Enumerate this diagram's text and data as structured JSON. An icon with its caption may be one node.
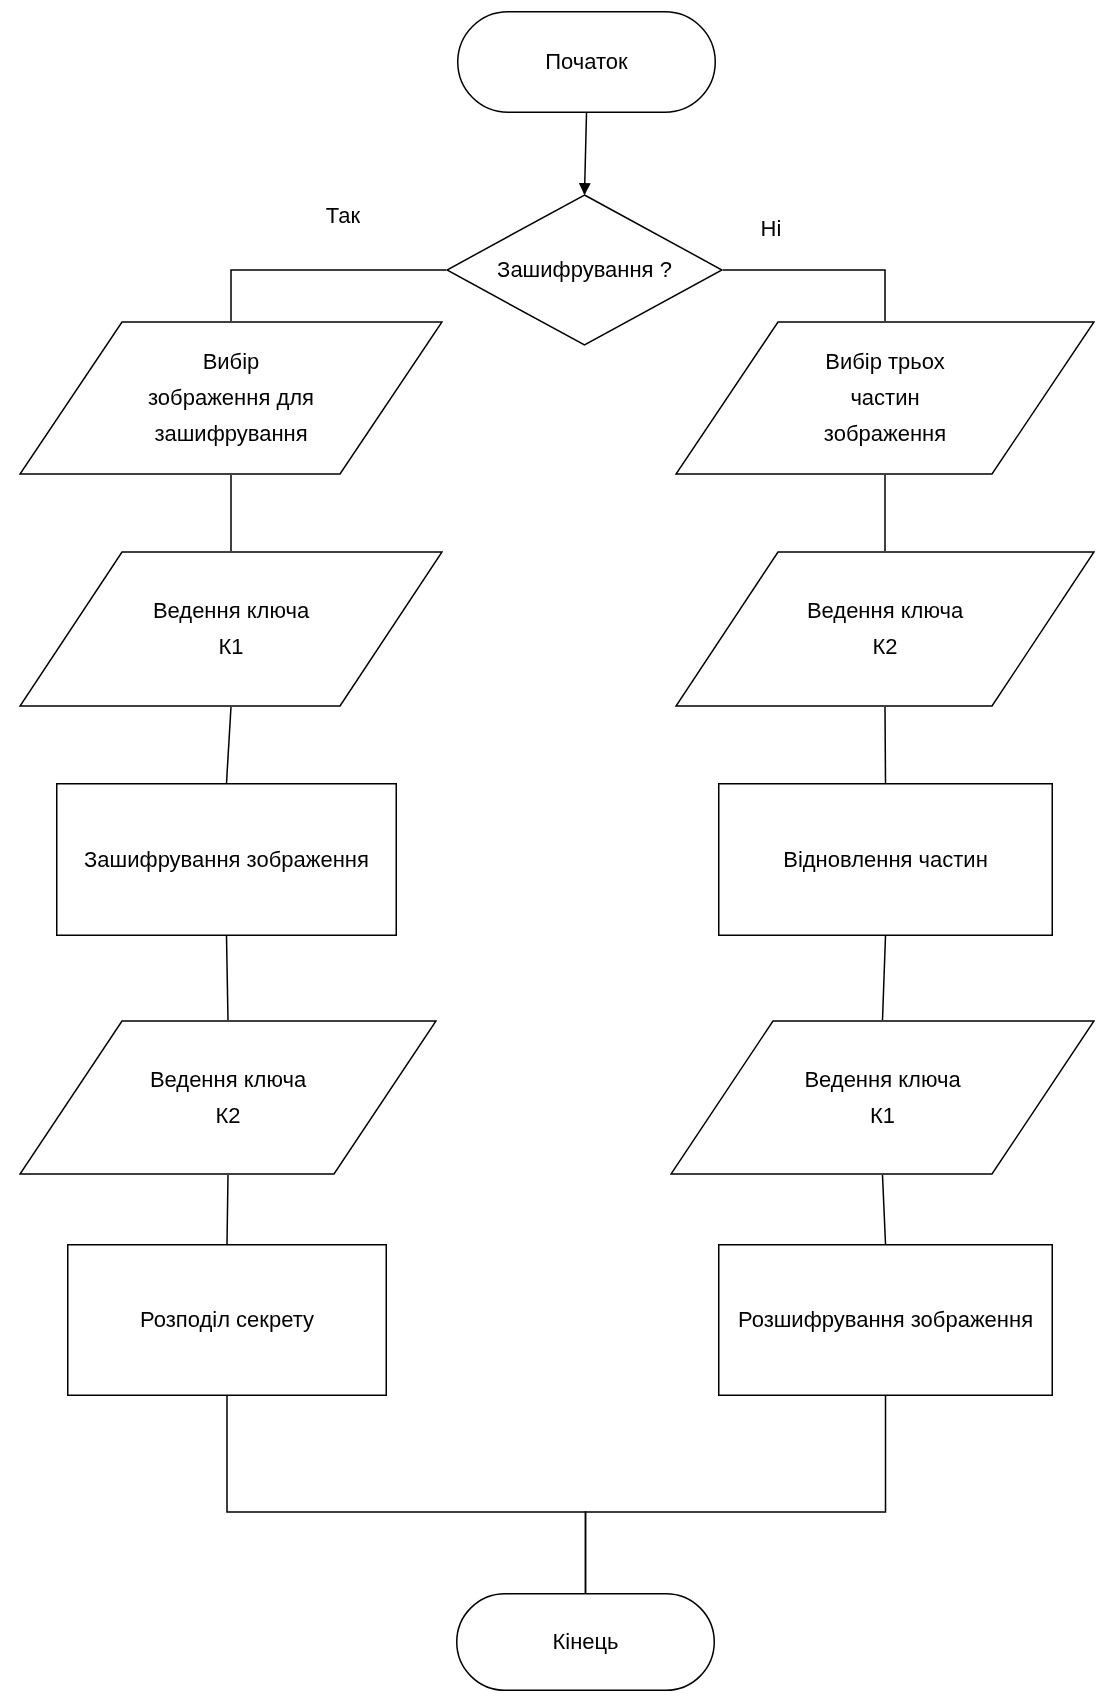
{
  "diagram": {
    "nodes": [
      {
        "text": [
          "Початок"
        ]
      },
      {
        "text": [
          "Зашифрування ?"
        ]
      },
      {
        "text": [
          "Вибір зображення для зашифрування"
        ]
      },
      {
        "text": [
          "Ведення ключа К1"
        ]
      },
      {
        "text": [
          "Зашифрування зображення"
        ]
      },
      {
        "text": [
          "Ведення ключа К2"
        ]
      },
      {
        "text": [
          "Розподіл секрету"
        ]
      },
      {
        "text": [
          "Вибір трьох частин зображення"
        ]
      },
      {
        "text": [
          "Ведення ключа К2"
        ]
      },
      {
        "text": [
          "Відновлення частин"
        ]
      },
      {
        "text": [
          "Ведення ключа К1"
        ]
      },
      {
        "text": [
          "Розшифрування зображення"
        ]
      },
      {
        "text": [
          "Кінець"
        ]
      }
    ],
    "edges": [
      {
        "from": 0,
        "to": 1,
        "arrow": "to"
      },
      {
        "from": 1,
        "to": 2,
        "arrow": "none",
        "label": "Так"
      },
      {
        "from": 1,
        "to": 7,
        "arrow": "none",
        "label": "Ні"
      },
      {
        "from": 2,
        "to": 3,
        "arrow": "none"
      },
      {
        "from": 3,
        "to": 4,
        "arrow": "none"
      },
      {
        "from": 4,
        "to": 5,
        "arrow": "none"
      },
      {
        "from": 5,
        "to": 6,
        "arrow": "none"
      },
      {
        "from": 7,
        "to": 8,
        "arrow": "none"
      },
      {
        "from": 8,
        "to": 9,
        "arrow": "none"
      },
      {
        "from": 9,
        "to": 10,
        "arrow": "none"
      },
      {
        "from": 10,
        "to": 11,
        "arrow": "none"
      },
      {
        "from": 6,
        "to": 12,
        "arrow": "none"
      },
      {
        "from": 11,
        "to": 12,
        "arrow": "none"
      }
    ]
  }
}
